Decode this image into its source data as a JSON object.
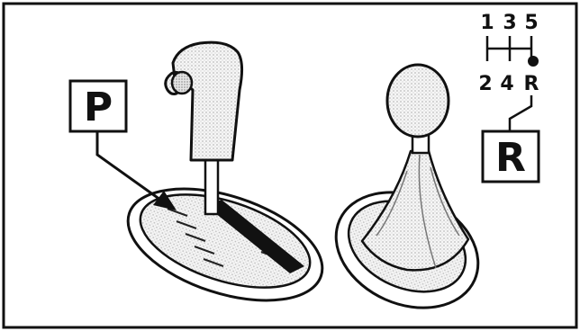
{
  "labels": {
    "park": "P",
    "reverse": "R"
  },
  "gear_pattern": {
    "top_row": [
      "1",
      "3",
      "5"
    ],
    "bottom_row": [
      "2",
      "4",
      "R"
    ]
  },
  "colors": {
    "line": "#111111",
    "background": "#ffffff",
    "stipple": "#cfcfcf"
  }
}
